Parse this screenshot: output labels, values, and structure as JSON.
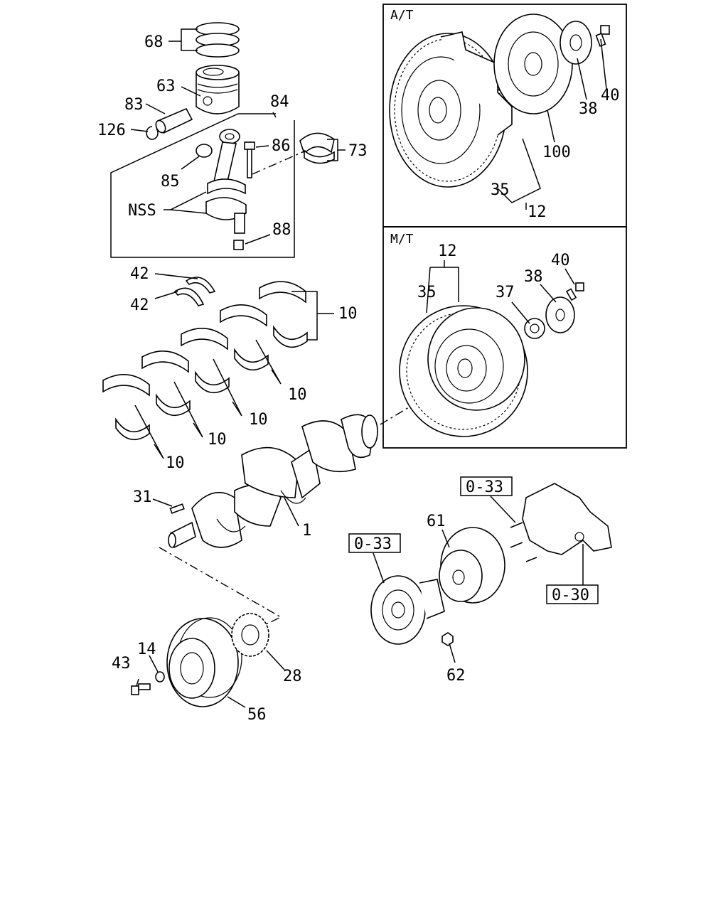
{
  "panels": {
    "at_title": "A/T",
    "mt_title": "M/T"
  },
  "labels": {
    "p68": "68",
    "p63": "63",
    "p83": "83",
    "p84": "84",
    "p126": "126",
    "p86": "86",
    "p73": "73",
    "p85": "85",
    "nss": "NSS",
    "p88": "88",
    "p42a": "42",
    "p42b": "42",
    "p10a": "10",
    "p10b": "10",
    "p10c": "10",
    "p10d": "10",
    "p10e": "10",
    "p31": "31",
    "p1": "1",
    "at40": "40",
    "at38": "38",
    "at100": "100",
    "at35": "35",
    "at12": "12",
    "mt12": "12",
    "mt35": "35",
    "mt37": "37",
    "mt38": "38",
    "mt40": "40",
    "ref033a": "0-33",
    "ref033b": "0-33",
    "ref030": "0-30",
    "p61": "61",
    "p62": "62",
    "p43": "43",
    "p14": "14",
    "p28": "28",
    "p56": "56"
  }
}
